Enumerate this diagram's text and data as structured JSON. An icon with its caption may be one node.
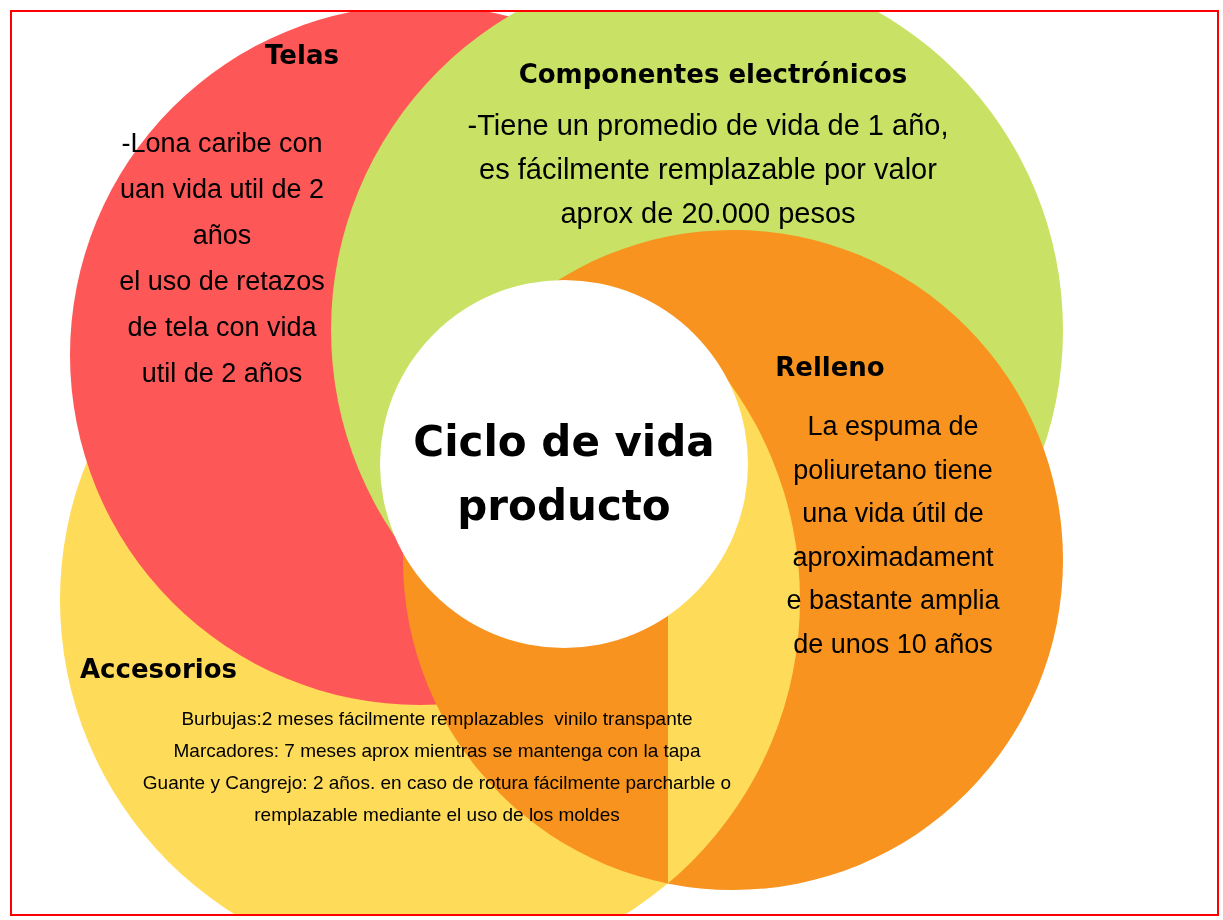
{
  "diagram": {
    "nodes": [
      {
        "text": [
          "Telas",
          "-Lona caribe con uan vida util de 2 años",
          "el uso de retazos de tela con vida util de 2 años"
        ]
      },
      {
        "text": [
          "Componentes electrónicos",
          "-Tiene un promedio de vida de 1 año, es fácilmente remplazable por valor aprox de 20.000 pesos"
        ]
      },
      {
        "text": [
          "Relleno",
          "La espuma de poliuretano tiene una vida útil de aproximadamente bastante amplia de unos 10 años"
        ]
      },
      {
        "text": [
          "Accesorios",
          "Burbujas:2 meses fácilmente remplazables  vinilo transpante",
          "Marcadores: 7 meses aprox mientras se mantenga con la tapa",
          "Guante y Cangrejo: 2 años. en caso de rotura fácilmente parcharble o remplazable mediante el uso de los moldes"
        ]
      },
      {
        "text": [
          "Ciclo de vida producto"
        ]
      }
    ]
  }
}
